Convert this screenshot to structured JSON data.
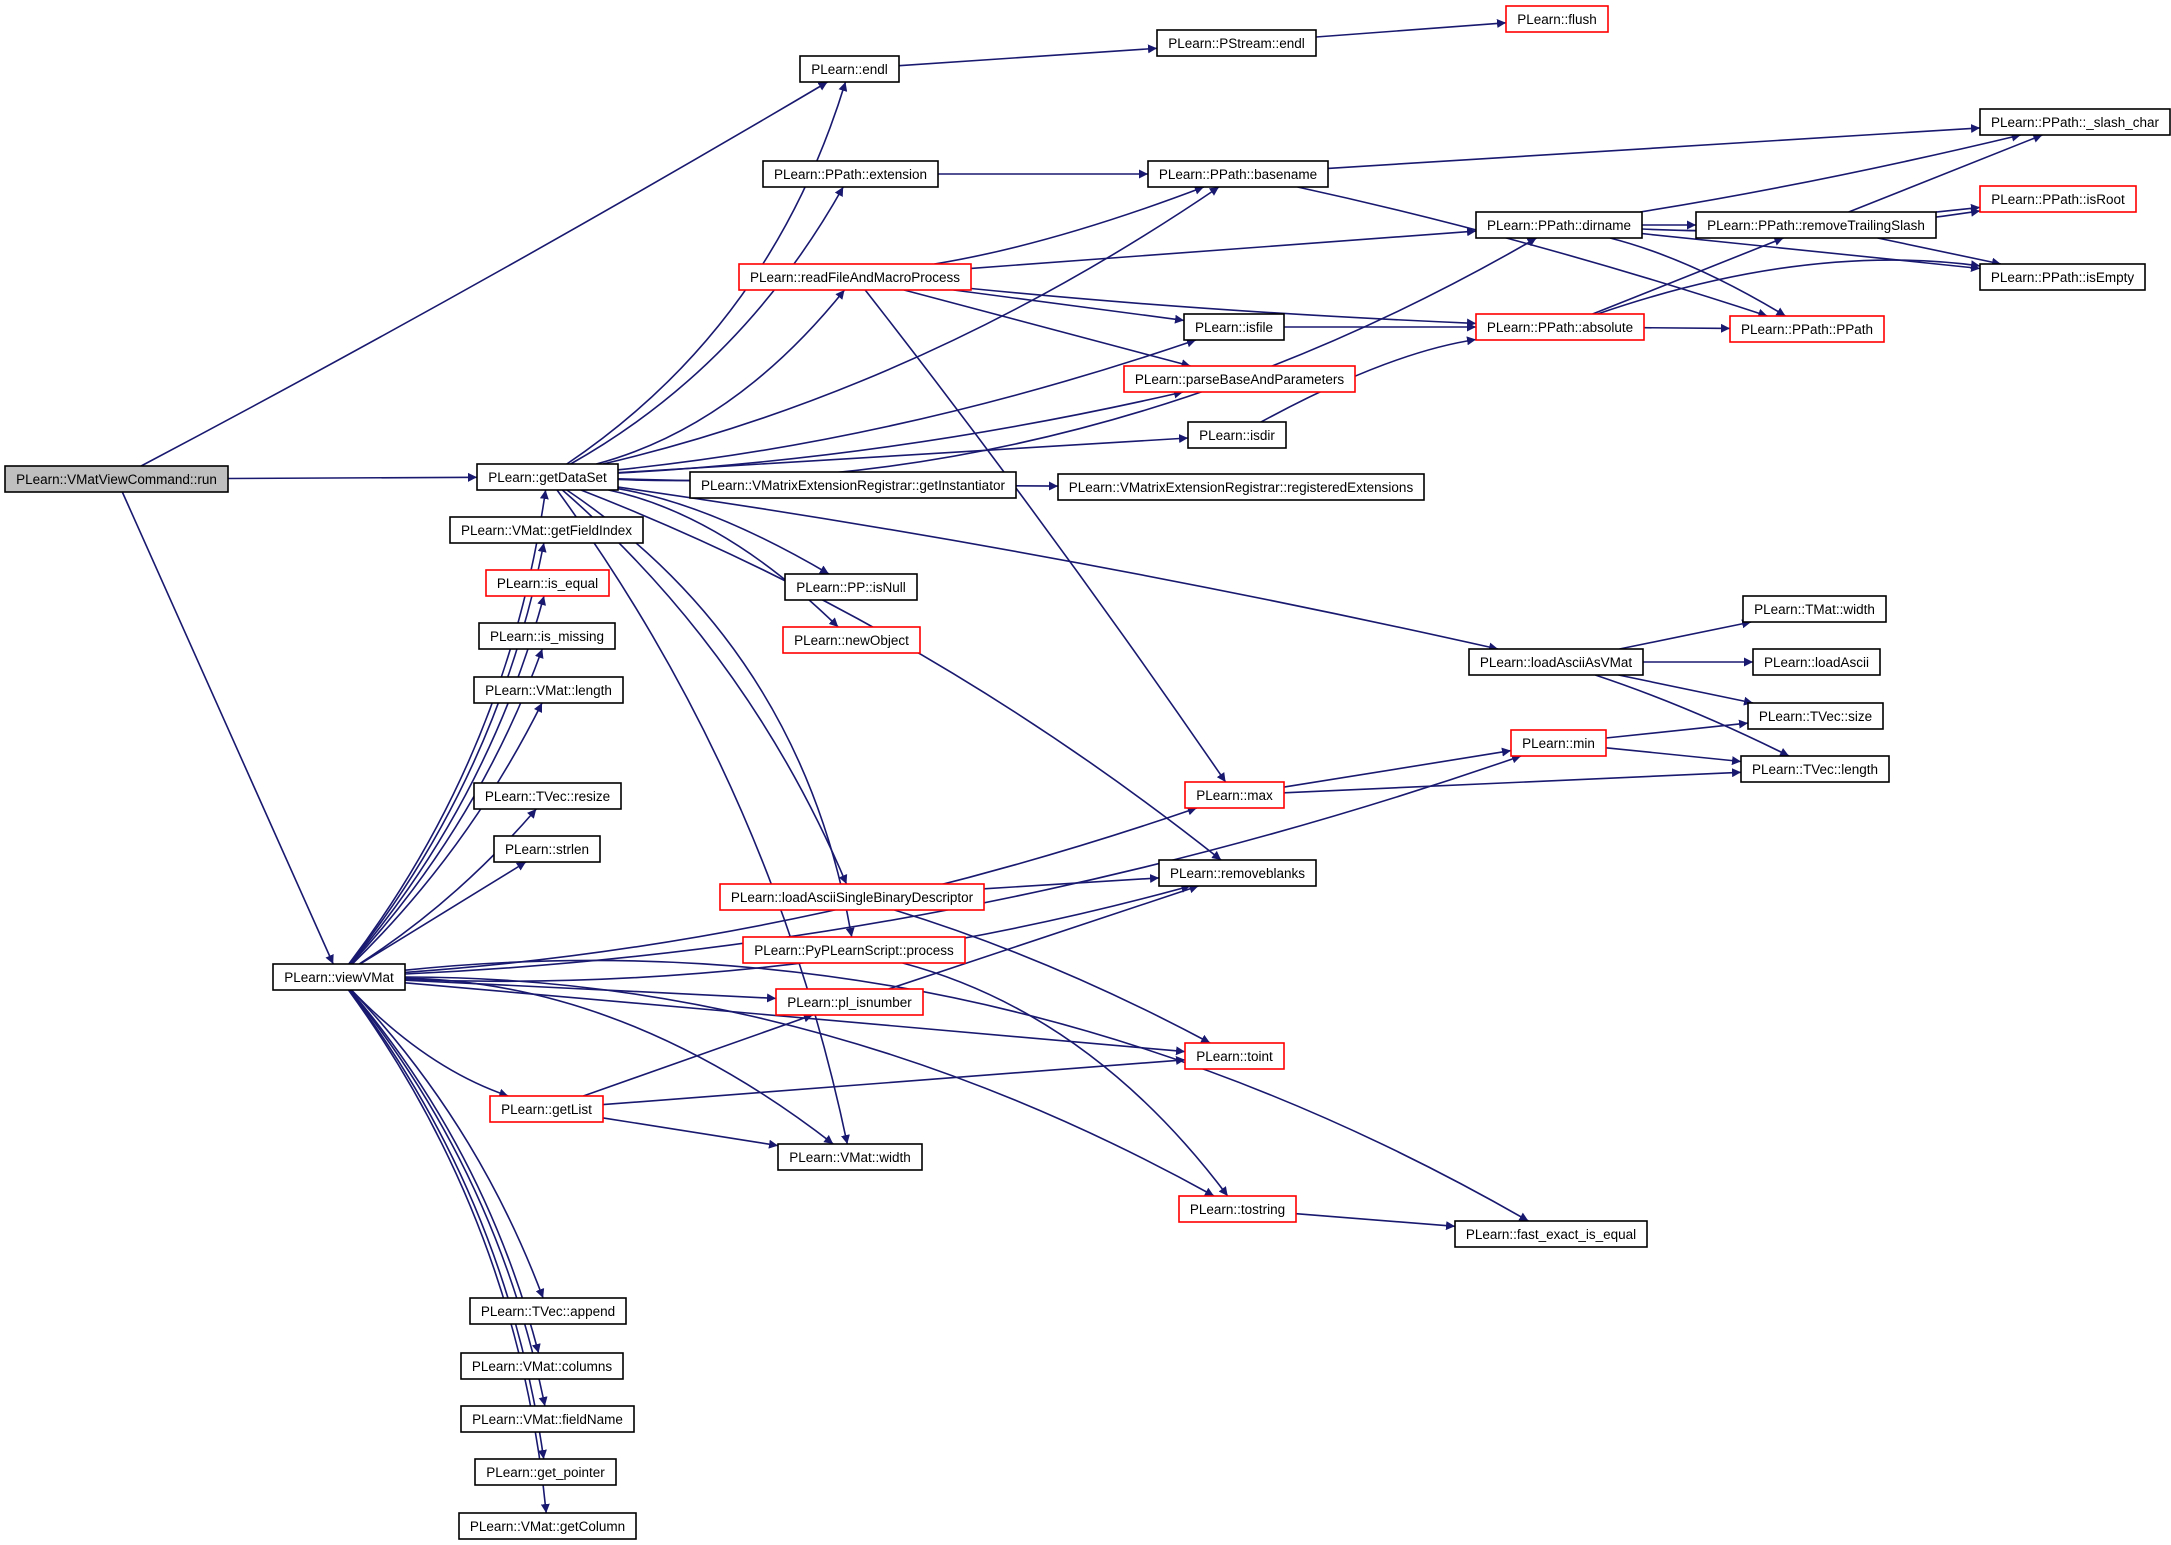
{
  "colors": {
    "edge": "#191970",
    "node_border_default": "#000000",
    "node_border_red": "#ff0000",
    "node_fill_root": "#bfbfbf",
    "node_fill": "#ffffff"
  },
  "nodes": [
    {
      "id": "run",
      "label": "PLearn::VMatViewCommand::run",
      "style": "root"
    },
    {
      "id": "endl",
      "label": "PLearn::endl",
      "style": "black"
    },
    {
      "id": "pstream_endl",
      "label": "PLearn::PStream::endl",
      "style": "black"
    },
    {
      "id": "flush",
      "label": "PLearn::flush",
      "style": "red"
    },
    {
      "id": "slash_char",
      "label": "PLearn::PPath::_slash_char",
      "style": "black"
    },
    {
      "id": "extension",
      "label": "PLearn::PPath::extension",
      "style": "black"
    },
    {
      "id": "basename",
      "label": "PLearn::PPath::basename",
      "style": "black"
    },
    {
      "id": "isroot",
      "label": "PLearn::PPath::isRoot",
      "style": "red"
    },
    {
      "id": "dirname",
      "label": "PLearn::PPath::dirname",
      "style": "black"
    },
    {
      "id": "removetrailing",
      "label": "PLearn::PPath::removeTrailingSlash",
      "style": "black"
    },
    {
      "id": "readfile",
      "label": "PLearn::readFileAndMacroProcess",
      "style": "red"
    },
    {
      "id": "isempty",
      "label": "PLearn::PPath::isEmpty",
      "style": "black"
    },
    {
      "id": "isfile",
      "label": "PLearn::isfile",
      "style": "black"
    },
    {
      "id": "absolute",
      "label": "PLearn::PPath::absolute",
      "style": "red"
    },
    {
      "id": "ppath",
      "label": "PLearn::PPath::PPath",
      "style": "red"
    },
    {
      "id": "parsebase",
      "label": "PLearn::parseBaseAndParameters",
      "style": "red"
    },
    {
      "id": "isdir",
      "label": "PLearn::isdir",
      "style": "black"
    },
    {
      "id": "getdataset",
      "label": "PLearn::getDataSet",
      "style": "black"
    },
    {
      "id": "getinstantiator",
      "label": "PLearn::VMatrixExtensionRegistrar::getInstantiator",
      "style": "black"
    },
    {
      "id": "regext",
      "label": "PLearn::VMatrixExtensionRegistrar::registeredExtensions",
      "style": "black"
    },
    {
      "id": "getfieldindex",
      "label": "PLearn::VMat::getFieldIndex",
      "style": "black"
    },
    {
      "id": "is_equal",
      "label": "PLearn::is_equal",
      "style": "red"
    },
    {
      "id": "isnull",
      "label": "PLearn::PP::isNull",
      "style": "black"
    },
    {
      "id": "tmat_width",
      "label": "PLearn::TMat::width",
      "style": "black"
    },
    {
      "id": "is_missing",
      "label": "PLearn::is_missing",
      "style": "black"
    },
    {
      "id": "newobject",
      "label": "PLearn::newObject",
      "style": "red"
    },
    {
      "id": "loadasciiasvmat",
      "label": "PLearn::loadAsciiAsVMat",
      "style": "black"
    },
    {
      "id": "loadascii",
      "label": "PLearn::loadAscii",
      "style": "black"
    },
    {
      "id": "vmat_length",
      "label": "PLearn::VMat::length",
      "style": "black"
    },
    {
      "id": "tvec_size",
      "label": "PLearn::TVec::size",
      "style": "black"
    },
    {
      "id": "min",
      "label": "PLearn::min",
      "style": "red"
    },
    {
      "id": "tvec_length",
      "label": "PLearn::TVec::length",
      "style": "black"
    },
    {
      "id": "max",
      "label": "PLearn::max",
      "style": "red"
    },
    {
      "id": "tvec_resize",
      "label": "PLearn::TVec::resize",
      "style": "black"
    },
    {
      "id": "strlen",
      "label": "PLearn::strlen",
      "style": "black"
    },
    {
      "id": "removeblanks",
      "label": "PLearn::removeblanks",
      "style": "black"
    },
    {
      "id": "loadsinglebin",
      "label": "PLearn::loadAsciiSingleBinaryDescriptor",
      "style": "red"
    },
    {
      "id": "pyprocess",
      "label": "PLearn::PyPLearnScript::process",
      "style": "red"
    },
    {
      "id": "viewvmat",
      "label": "PLearn::viewVMat",
      "style": "black"
    },
    {
      "id": "pl_isnumber",
      "label": "PLearn::pl_isnumber",
      "style": "red"
    },
    {
      "id": "toint",
      "label": "PLearn::toint",
      "style": "red"
    },
    {
      "id": "getlist",
      "label": "PLearn::getList",
      "style": "red"
    },
    {
      "id": "vmat_width",
      "label": "PLearn::VMat::width",
      "style": "black"
    },
    {
      "id": "tostring",
      "label": "PLearn::tostring",
      "style": "red"
    },
    {
      "id": "fast_exact",
      "label": "PLearn::fast_exact_is_equal",
      "style": "black"
    },
    {
      "id": "tvec_append",
      "label": "PLearn::TVec::append",
      "style": "black"
    },
    {
      "id": "vmat_columns",
      "label": "PLearn::VMat::columns",
      "style": "black"
    },
    {
      "id": "vmat_fieldname",
      "label": "PLearn::VMat::fieldName",
      "style": "black"
    },
    {
      "id": "get_pointer",
      "label": "PLearn::get_pointer",
      "style": "black"
    },
    {
      "id": "vmat_getcolumn",
      "label": "PLearn::VMat::getColumn",
      "style": "black"
    }
  ],
  "edges": [
    {
      "from": "run",
      "to": "endl"
    },
    {
      "from": "run",
      "to": "getdataset"
    },
    {
      "from": "run",
      "to": "viewvmat"
    },
    {
      "from": "endl",
      "to": "pstream_endl"
    },
    {
      "from": "pstream_endl",
      "to": "flush"
    },
    {
      "from": "extension",
      "to": "basename"
    },
    {
      "from": "basename",
      "to": "slash_char"
    },
    {
      "from": "basename",
      "to": "ppath"
    },
    {
      "from": "dirname",
      "to": "slash_char"
    },
    {
      "from": "dirname",
      "to": "isroot"
    },
    {
      "from": "dirname",
      "to": "removetrailing"
    },
    {
      "from": "dirname",
      "to": "isempty"
    },
    {
      "from": "dirname",
      "to": "ppath"
    },
    {
      "from": "removetrailing",
      "to": "slash_char"
    },
    {
      "from": "removetrailing",
      "to": "isroot"
    },
    {
      "from": "removetrailing",
      "to": "isempty"
    },
    {
      "from": "readfile",
      "to": "basename"
    },
    {
      "from": "readfile",
      "to": "dirname"
    },
    {
      "from": "readfile",
      "to": "absolute"
    },
    {
      "from": "readfile",
      "to": "isfile"
    },
    {
      "from": "readfile",
      "to": "parsebase"
    },
    {
      "from": "readfile",
      "to": "max"
    },
    {
      "from": "isfile",
      "to": "absolute"
    },
    {
      "from": "isdir",
      "to": "absolute"
    },
    {
      "from": "absolute",
      "to": "removetrailing"
    },
    {
      "from": "absolute",
      "to": "ppath"
    },
    {
      "from": "absolute",
      "to": "isempty"
    },
    {
      "from": "getdataset",
      "to": "endl"
    },
    {
      "from": "getdataset",
      "to": "dirname"
    },
    {
      "from": "getdataset",
      "to": "extension"
    },
    {
      "from": "getdataset",
      "to": "basename"
    },
    {
      "from": "getdataset",
      "to": "readfile"
    },
    {
      "from": "getdataset",
      "to": "isfile"
    },
    {
      "from": "getdataset",
      "to": "parsebase"
    },
    {
      "from": "getdataset",
      "to": "isdir"
    },
    {
      "from": "getdataset",
      "to": "getinstantiator"
    },
    {
      "from": "getdataset",
      "to": "isnull"
    },
    {
      "from": "getdataset",
      "to": "newobject"
    },
    {
      "from": "getdataset",
      "to": "loadasciiasvmat"
    },
    {
      "from": "getdataset",
      "to": "removeblanks"
    },
    {
      "from": "getdataset",
      "to": "loadsinglebin"
    },
    {
      "from": "getdataset",
      "to": "pyprocess"
    },
    {
      "from": "getdataset",
      "to": "vmat_width"
    },
    {
      "from": "getinstantiator",
      "to": "regext"
    },
    {
      "from": "loadasciiasvmat",
      "to": "tmat_width"
    },
    {
      "from": "loadasciiasvmat",
      "to": "loadascii"
    },
    {
      "from": "loadasciiasvmat",
      "to": "tvec_size"
    },
    {
      "from": "loadasciiasvmat",
      "to": "tvec_length"
    },
    {
      "from": "min",
      "to": "tvec_size"
    },
    {
      "from": "min",
      "to": "tvec_length"
    },
    {
      "from": "max",
      "to": "min"
    },
    {
      "from": "max",
      "to": "tvec_length"
    },
    {
      "from": "loadsinglebin",
      "to": "removeblanks"
    },
    {
      "from": "loadsinglebin",
      "to": "toint"
    },
    {
      "from": "pyprocess",
      "to": "tostring"
    },
    {
      "from": "pl_isnumber",
      "to": "removeblanks"
    },
    {
      "from": "getlist",
      "to": "pl_isnumber"
    },
    {
      "from": "getlist",
      "to": "toint"
    },
    {
      "from": "getlist",
      "to": "vmat_width"
    },
    {
      "from": "tostring",
      "to": "fast_exact"
    },
    {
      "from": "viewvmat",
      "to": "getdataset"
    },
    {
      "from": "viewvmat",
      "to": "getfieldindex"
    },
    {
      "from": "viewvmat",
      "to": "is_equal"
    },
    {
      "from": "viewvmat",
      "to": "is_missing"
    },
    {
      "from": "viewvmat",
      "to": "vmat_length"
    },
    {
      "from": "viewvmat",
      "to": "min"
    },
    {
      "from": "viewvmat",
      "to": "tvec_resize"
    },
    {
      "from": "viewvmat",
      "to": "strlen"
    },
    {
      "from": "viewvmat",
      "to": "max"
    },
    {
      "from": "viewvmat",
      "to": "removeblanks"
    },
    {
      "from": "viewvmat",
      "to": "pl_isnumber"
    },
    {
      "from": "viewvmat",
      "to": "toint"
    },
    {
      "from": "viewvmat",
      "to": "getlist"
    },
    {
      "from": "viewvmat",
      "to": "vmat_width"
    },
    {
      "from": "viewvmat",
      "to": "tostring"
    },
    {
      "from": "viewvmat",
      "to": "fast_exact"
    },
    {
      "from": "viewvmat",
      "to": "tvec_append"
    },
    {
      "from": "viewvmat",
      "to": "vmat_columns"
    },
    {
      "from": "viewvmat",
      "to": "vmat_fieldname"
    },
    {
      "from": "viewvmat",
      "to": "get_pointer"
    },
    {
      "from": "viewvmat",
      "to": "vmat_getcolumn"
    }
  ]
}
